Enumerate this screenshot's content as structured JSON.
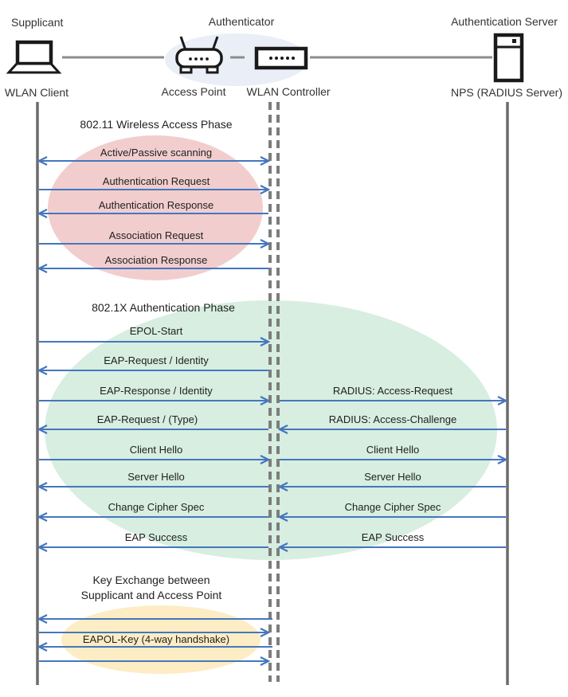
{
  "header": {
    "supplicant_role": "Supplicant",
    "authenticator_role": "Authenticator",
    "auth_server_role": "Authentication Server",
    "wlan_client": "WLAN Client",
    "access_point": "Access Point",
    "wlan_controller": "WLAN Controller",
    "nps": "NPS (RADIUS Server)"
  },
  "phases": {
    "phase1_title": "802.11 Wireless Access Phase",
    "phase2_title": "802.1X Authentication Phase",
    "phase3_title_line1": "Key Exchange between",
    "phase3_title_line2": "Supplicant and Access Point"
  },
  "messages": {
    "scanning": "Active/Passive scanning",
    "auth_request": "Authentication Request",
    "auth_response": "Authentication Response",
    "assoc_request": "Association Request",
    "assoc_response": "Association Response",
    "epol_start": "EPOL-Start",
    "eap_request_identity": "EAP-Request / Identity",
    "eap_response_identity": "EAP-Response / Identity",
    "radius_access_request": "RADIUS: Access-Request",
    "eap_request_type": "EAP-Request / (Type)",
    "radius_access_challenge": "RADIUS: Access-Challenge",
    "client_hello_left": "Client Hello",
    "client_hello_right": "Client Hello",
    "server_hello_left": "Server Hello",
    "server_hello_right": "Server Hello",
    "change_cipher_left": "Change Cipher Spec",
    "change_cipher_right": "Change Cipher Spec",
    "eap_success_left": "EAP Success",
    "eap_success_right": "EAP Success",
    "eapol_key": "EAPOL-Key (4-way handshake)"
  },
  "colors": {
    "arrow_blue": "#4576be",
    "phase1_red": "#b02b33",
    "phase2_green": "#3fae74",
    "phase3_orange": "#e2935c",
    "ellipse_pink": "#f1cecd",
    "ellipse_green": "#d7eee0",
    "ellipse_yellow": "#fdedc4",
    "ellipse_bluegray": "#eaeef7",
    "lifeline_gray": "#6b6b6b"
  }
}
